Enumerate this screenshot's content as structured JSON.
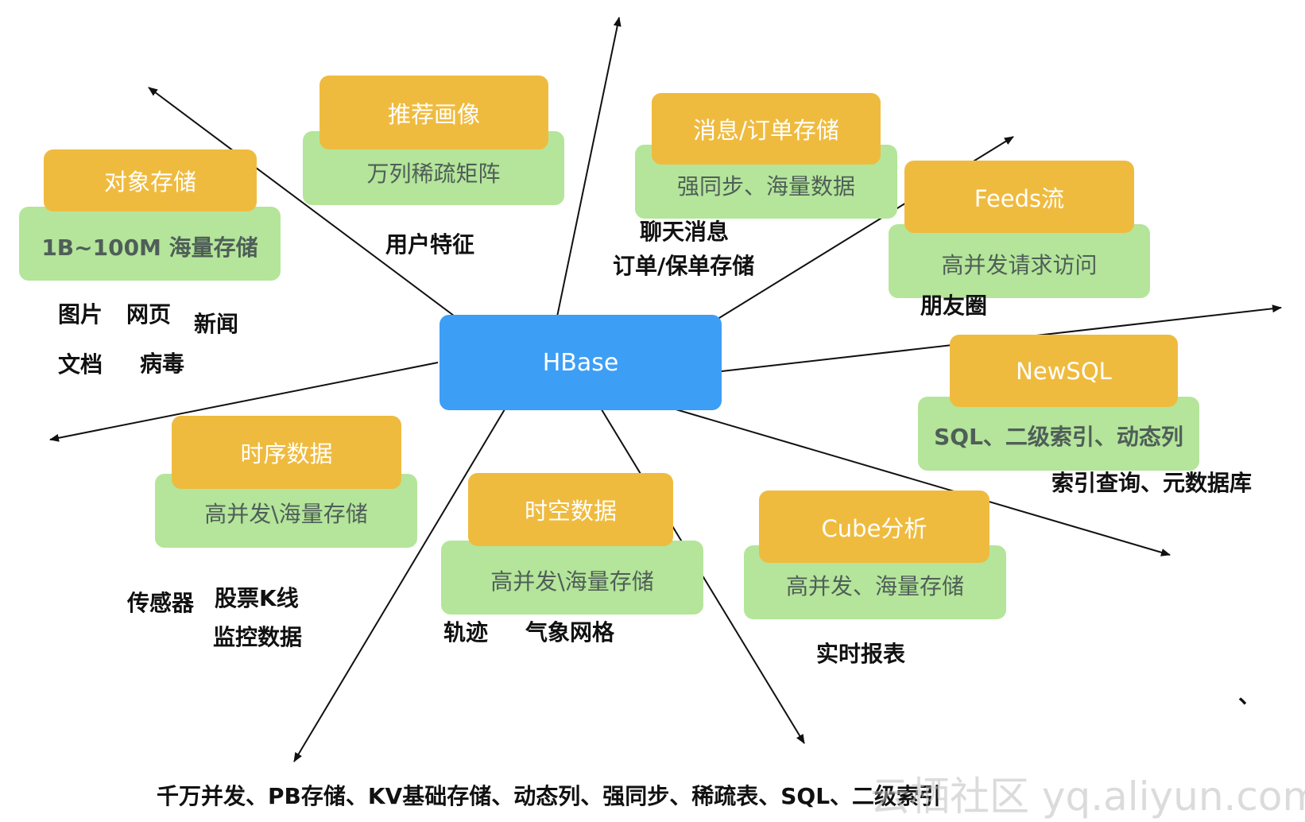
{
  "center": "HBase",
  "nodes": [
    {
      "title": "对象存储",
      "subtitle": "1B~100M 海量存储"
    },
    {
      "title": "推荐画像",
      "subtitle": "万列稀疏矩阵"
    },
    {
      "title": "消息/订单存储",
      "subtitle": "强同步、海量数据"
    },
    {
      "title": "Feeds流",
      "subtitle": "高并发请求访问"
    },
    {
      "title": "NewSQL",
      "subtitle": "SQL、二级索引、动态列"
    },
    {
      "title": "Cube分析",
      "subtitle": "高并发、海量存储"
    },
    {
      "title": "时空数据",
      "subtitle": "高并发\\海量存储"
    },
    {
      "title": "时序数据",
      "subtitle": "高并发\\海量存储"
    }
  ],
  "labels": {
    "img": "图片",
    "web": "网页",
    "news": "新闻",
    "doc": "文档",
    "virus": "病毒",
    "user": "用户特征",
    "chat": "聊天消息",
    "order": "订单/保单存储",
    "moments": "朋友圈",
    "index": "索引查询、元数据库",
    "report": "实时报表",
    "track": "轨迹",
    "weather": "气象网格",
    "sensor": "传感器",
    "stock": "股票K线",
    "monitor": "监控数据",
    "bottom": "千万并发、PB存储、KV基础存储、动态列、强同步、稀疏表、SQL、二级索引",
    "dot": "、"
  },
  "watermark": "云栖社区 yq.aliyun.com",
  "colors": {
    "center": "#3d9ef5",
    "title_box": "#efbb3f",
    "subtitle_box": "#b4e59a"
  }
}
